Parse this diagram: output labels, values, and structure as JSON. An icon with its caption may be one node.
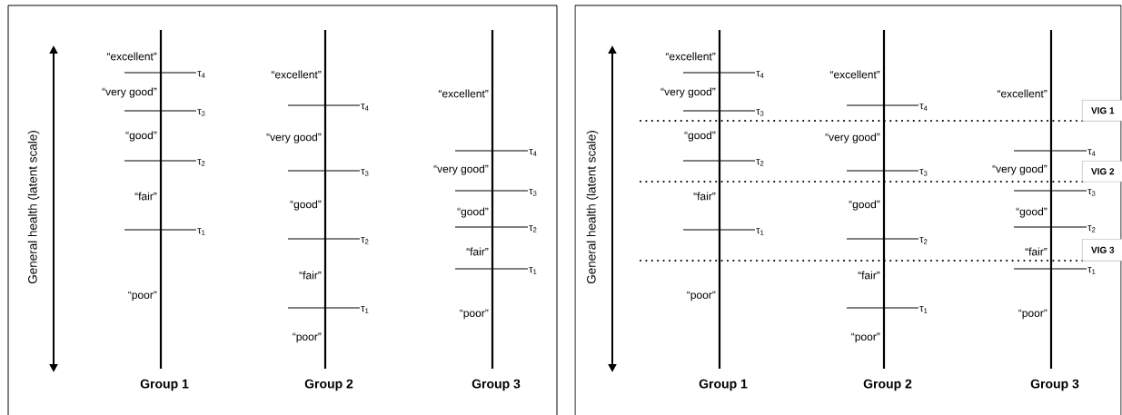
{
  "diagram": {
    "nodes": [
      {
        "text": [
          "VIG 1"
        ]
      },
      {
        "text": [
          "VIG 2"
        ]
      },
      {
        "text": [
          "VIG 3"
        ]
      }
    ],
    "labels": [
      "General health (latent scale)",
      "“excellent”",
      "τ$_{4}$",
      "“very good”",
      "τ$_{3}$",
      "“good”",
      "τ$_{2}$",
      "“fair”",
      "τ$_{1}$",
      "“poor”",
      "“excellent”",
      "τ$_{4}$",
      "“very good”",
      "τ$_{3}$",
      "“good”",
      "τ$_{2}$",
      "“fair”",
      "τ$_{1}$",
      "“poor”",
      "“excellent”",
      "τ$_{4}$",
      "“very good”",
      "τ$_{3}$",
      "“good”",
      "τ$_{2}$",
      "“fair”",
      "τ$_{1}$",
      "“poor”",
      "Group 1",
      "Group 2",
      "Group 3",
      "General health (latent scale)",
      "“excellent”",
      "τ$_{4}$",
      "“very good”",
      "τ$_{3}$",
      "“good”",
      "τ$_{2}$",
      "“fair”",
      "τ$_{1}$",
      "“poor”",
      "“excellent”",
      "τ$_{4}$",
      "“very good”",
      "τ$_{3}$",
      "“good”",
      "τ$_{2}$",
      "“fair”",
      "τ$_{1}$",
      "“poor”",
      "“excellent”",
      "τ$_{4}$",
      "“very good”",
      "τ$_{3}$",
      "“good”",
      "τ$_{2}$",
      "“fair”",
      "τ$_{1}$",
      "“poor”",
      "Group 1",
      "Group 2",
      "Group 3"
    ]
  }
}
